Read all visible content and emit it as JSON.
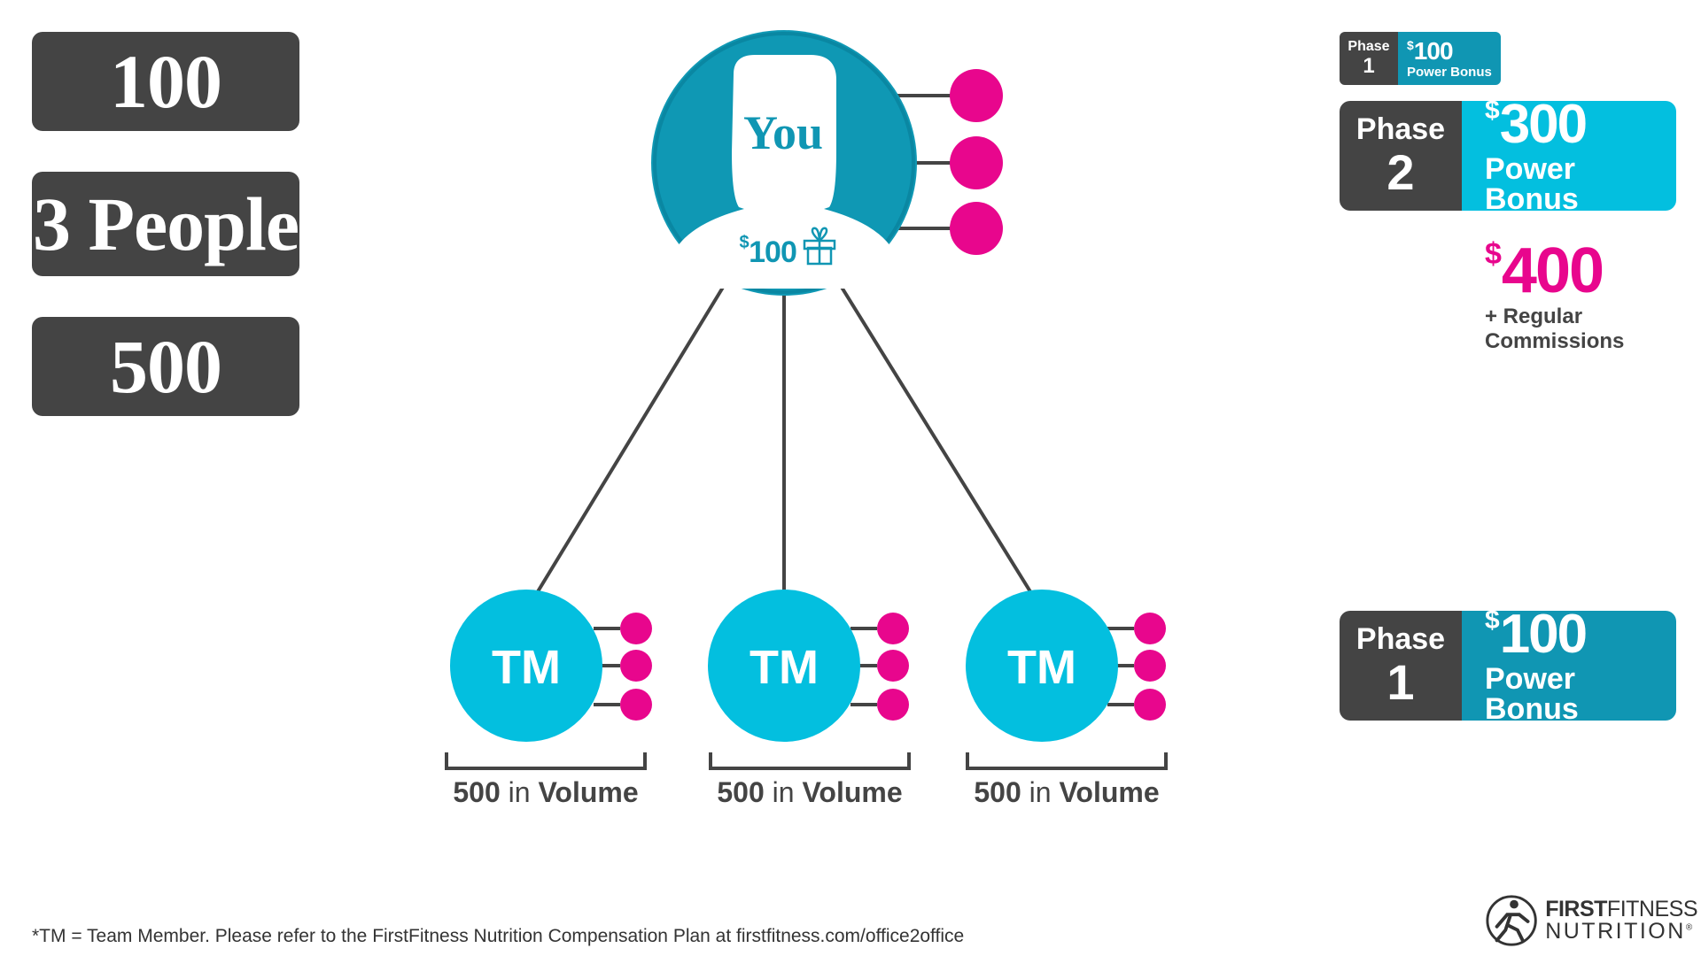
{
  "stats": {
    "box1": "100",
    "box2": "3 People",
    "box3": "500"
  },
  "you_node": {
    "label": "You",
    "bonus_dollar": "$",
    "bonus_amount": "100"
  },
  "team_members": [
    {
      "label": "TM",
      "volume_num": "500",
      "volume_in": "in",
      "volume_word": "Volume"
    },
    {
      "label": "TM",
      "volume_num": "500",
      "volume_in": "in",
      "volume_word": "Volume"
    },
    {
      "label": "TM",
      "volume_num": "500",
      "volume_in": "in",
      "volume_word": "Volume"
    }
  ],
  "phase1_small": {
    "phase_word": "Phase",
    "phase_num": "1",
    "dollar": "$",
    "amount": "100",
    "bonus": "Power Bonus"
  },
  "phase2": {
    "phase_word": "Phase",
    "phase_num": "2",
    "dollar": "$",
    "amount": "300",
    "bonus": "Power Bonus"
  },
  "total": {
    "dollar": "$",
    "amount": "400",
    "note": "+ Regular Commissions"
  },
  "phase1": {
    "phase_word": "Phase",
    "phase_num": "1",
    "dollar": "$",
    "amount": "100",
    "bonus": "Power Bonus"
  },
  "footnote": "*TM = Team Member. Please refer to the FirstFitness Nutrition Compensation Plan at firstfitness.com/office2office",
  "logo": {
    "first": "FIRST",
    "fitness": "FITNESS",
    "nutrition": "NUTRITION",
    "reg": "®"
  },
  "colors": {
    "you_teal": "#0f98b4",
    "tm_cyan": "#03bfdf",
    "magenta": "#e8068d",
    "dark_box": "#444444",
    "phase1_teal": "#1096b3",
    "phase2_cyan": "#03bfdf"
  }
}
